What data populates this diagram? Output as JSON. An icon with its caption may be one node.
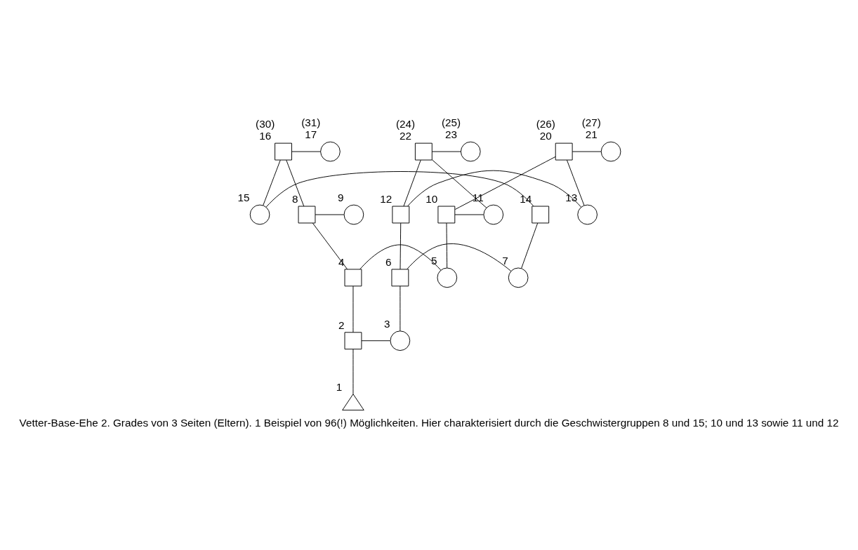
{
  "diagram": {
    "caption": "Vetter-Base-Ehe 2. Grades von 3 Seiten (Eltern). 1 Beispiel von 96(!) Möglichkeiten. Hier charakterisiert durch die Geschwistergruppen 8 und 15; 10 und 13 sowie 11 und 12",
    "nodes": [
      {
        "text": [],
        "shape": "box",
        "beside": [
          "(30)",
          "16"
        ]
      },
      {
        "text": [],
        "shape": "circle",
        "beside": [
          "(31)",
          "17"
        ]
      },
      {
        "text": [],
        "shape": "box",
        "beside": [
          "(26)",
          "20"
        ]
      },
      {
        "text": [],
        "shape": "circle",
        "beside": [
          "(27)",
          "21"
        ]
      },
      {
        "text": [],
        "shape": "box",
        "beside": [
          "(24)",
          "22"
        ]
      },
      {
        "text": [],
        "shape": "circle",
        "beside": [
          "(25)",
          "23"
        ]
      },
      {
        "text": [],
        "shape": "box",
        "beside": [
          "8"
        ]
      },
      {
        "text": [],
        "shape": "circle",
        "beside": [
          "9"
        ]
      },
      {
        "text": [],
        "shape": "box",
        "beside": [
          "10"
        ]
      },
      {
        "text": [],
        "shape": "circle",
        "beside": [
          "11"
        ]
      },
      {
        "text": [],
        "shape": "box",
        "beside": [
          "12"
        ]
      },
      {
        "text": [],
        "shape": "circle",
        "beside": [
          "13"
        ]
      },
      {
        "text": [],
        "shape": "box",
        "beside": [
          "14"
        ]
      },
      {
        "text": [],
        "shape": "circle",
        "beside": [
          "15"
        ]
      },
      {
        "text": [],
        "shape": "box",
        "beside": [
          "4"
        ]
      },
      {
        "text": [],
        "shape": "circle",
        "beside": [
          "5"
        ]
      },
      {
        "text": [],
        "shape": "box",
        "beside": [
          "6"
        ]
      },
      {
        "text": [],
        "shape": "circle",
        "beside": [
          "7"
        ]
      },
      {
        "text": [],
        "shape": "box",
        "beside": [
          "2"
        ]
      },
      {
        "text": [],
        "shape": "circle",
        "beside": [
          "3"
        ]
      },
      {
        "text": [],
        "shape": "triangle",
        "beside": [
          "1"
        ]
      }
    ],
    "edges": [
      {
        "from": 0,
        "to": 1,
        "arrow": "none"
      },
      {
        "from": 2,
        "to": 3,
        "arrow": "none"
      },
      {
        "from": 4,
        "to": 5,
        "arrow": "none"
      },
      {
        "from": 6,
        "to": 7,
        "arrow": "none"
      },
      {
        "from": 8,
        "to": 9,
        "arrow": "none"
      },
      {
        "from": 10,
        "to": 11,
        "arrow": "none"
      },
      {
        "from": 12,
        "to": 13,
        "arrow": "none"
      },
      {
        "from": 14,
        "to": 15,
        "arrow": "none"
      },
      {
        "from": 16,
        "to": 17,
        "arrow": "none"
      },
      {
        "from": 18,
        "to": 19,
        "arrow": "none"
      },
      {
        "from": 0,
        "to": 6,
        "arrow": "none"
      },
      {
        "from": 0,
        "to": 13,
        "arrow": "none"
      },
      {
        "from": 2,
        "to": 8,
        "arrow": "none"
      },
      {
        "from": 2,
        "to": 11,
        "arrow": "none"
      },
      {
        "from": 4,
        "to": 9,
        "arrow": "none"
      },
      {
        "from": 4,
        "to": 10,
        "arrow": "none"
      },
      {
        "from": 6,
        "to": 14,
        "arrow": "none"
      },
      {
        "from": 8,
        "to": 15,
        "arrow": "none"
      },
      {
        "from": 10,
        "to": 16,
        "arrow": "none"
      },
      {
        "from": 12,
        "to": 17,
        "arrow": "none"
      },
      {
        "from": 14,
        "to": 18,
        "arrow": "none"
      },
      {
        "from": 16,
        "to": 19,
        "arrow": "none"
      },
      {
        "from": 18,
        "to": 20,
        "arrow": "none"
      }
    ]
  }
}
